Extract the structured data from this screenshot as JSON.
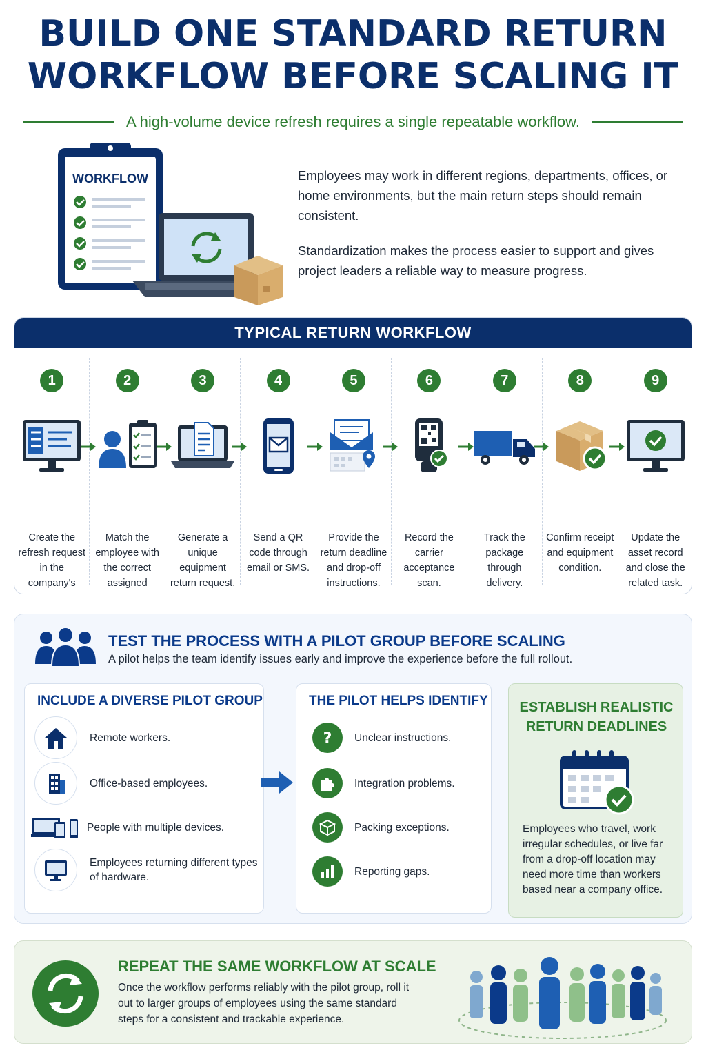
{
  "title": {
    "line1": "BUILD ONE STANDARD RETURN",
    "line2": "WORKFLOW BEFORE SCALING IT"
  },
  "subtitle": "A high-volume device refresh requires a single repeatable workflow.",
  "hero": {
    "clipboard_label": "WORKFLOW",
    "paragraph1": "Employees may work in different regions, departments, offices, or home environments, but the main return steps should remain consistent.",
    "paragraph2": "Standardization makes the process easier to support and gives project leaders a reliable way to measure progress.",
    "icons": [
      "clipboard-checklist-icon",
      "laptop-sync-icon",
      "box-icon"
    ]
  },
  "workflow": {
    "header": "TYPICAL RETURN WORKFLOW",
    "steps": [
      {
        "num": "1",
        "text": "Create the refresh request in the company's ITSM platform.",
        "icon": "monitor-form-icon"
      },
      {
        "num": "2",
        "text": "Match the employee with the correct assigned assets.",
        "icon": "person-checklist-icon"
      },
      {
        "num": "3",
        "text": "Generate a unique equipment return request.",
        "icon": "laptop-document-icon"
      },
      {
        "num": "4",
        "text": "Send a QR code through email or SMS.",
        "icon": "phone-email-icon"
      },
      {
        "num": "5",
        "text": "Provide the return deadline and drop-off instructions.",
        "icon": "envelope-calendar-pin-icon"
      },
      {
        "num": "6",
        "text": "Record the carrier acceptance scan.",
        "icon": "qr-scanner-icon"
      },
      {
        "num": "7",
        "text": "Track the package through delivery.",
        "icon": "truck-icon"
      },
      {
        "num": "8",
        "text": "Confirm receipt and equipment condition.",
        "icon": "box-check-icon"
      },
      {
        "num": "9",
        "text": "Update the asset record and close the related task.",
        "icon": "monitor-check-icon"
      }
    ]
  },
  "pilot": {
    "title": "TEST THE PROCESS WITH A PILOT GROUP BEFORE SCALING",
    "subtitle": "A pilot helps the team identify issues early and improve the experience before the full rollout.",
    "diverse": {
      "title": "INCLUDE A DIVERSE PILOT GROUP",
      "items": [
        {
          "label": "Remote workers.",
          "icon": "house-icon"
        },
        {
          "label": "Office-based employees.",
          "icon": "office-building-icon"
        },
        {
          "label": "People with multiple devices.",
          "icon": "multiple-devices-icon"
        },
        {
          "label": "Employees returning different types of hardware.",
          "icon": "monitor-icon"
        }
      ]
    },
    "identify": {
      "title": "THE PILOT HELPS IDENTIFY",
      "items": [
        {
          "label": "Unclear instructions.",
          "icon": "question-icon"
        },
        {
          "label": "Integration problems.",
          "icon": "puzzle-icon"
        },
        {
          "label": "Packing exceptions.",
          "icon": "open-box-icon"
        },
        {
          "label": "Reporting gaps.",
          "icon": "bar-chart-icon"
        }
      ]
    },
    "deadlines": {
      "title_line1": "ESTABLISH REALISTIC",
      "title_line2": "RETURN DEADLINES",
      "text": "Employees who travel, work irregular schedules, or live far from a drop-off location may need more time than workers based near a company office.",
      "icon": "calendar-check-icon"
    }
  },
  "repeat": {
    "title": "REPEAT THE SAME WORKFLOW AT SCALE",
    "text": "Once the workflow performs reliably with the pilot group, roll it out to larger groups of employees using the same standard steps for a consistent and trackable experience.",
    "icons": [
      "sync-circle-icon",
      "crowd-icon"
    ]
  },
  "colors": {
    "navy": "#0b2f6b",
    "blue": "#0b3a8a",
    "green": "#2e7d32",
    "light_green": "#e7f1e4",
    "light_blue": "#f3f7fd"
  }
}
